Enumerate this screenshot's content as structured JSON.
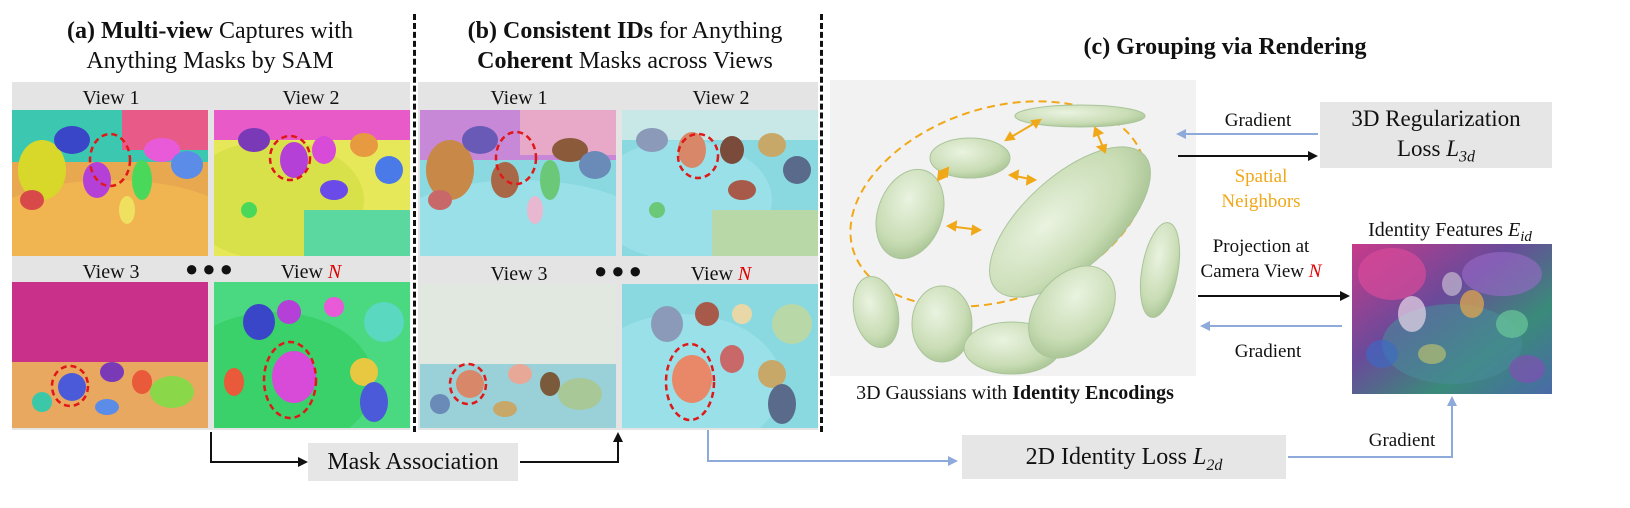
{
  "panel_a": {
    "title_bold": "(a) Multi-view",
    "title_rest": " Captures with",
    "title_line2": "Anything Masks by SAM",
    "views": [
      "View 1",
      "View 2",
      "View 3",
      "View "
    ],
    "view_n": "N"
  },
  "panel_b": {
    "title_prefix": "(b) ",
    "title_bold": "Consistent IDs",
    "title_rest": " for Anything",
    "title_line2_bold": "Coherent",
    "title_line2_rest": " Masks across Views",
    "views": [
      "View 1",
      "View 2",
      "View 3",
      "View "
    ],
    "view_n": "N"
  },
  "panel_c": {
    "title": "(c) Grouping via Rendering",
    "gaussians_caption_plain": "3D Gaussians with ",
    "gaussians_caption_bold": "Identity Encodings",
    "spatial_neighbors": [
      "Spatial",
      "Neighbors"
    ],
    "identity_features": "Identity Features ",
    "identity_symbol": "E",
    "identity_sub": "id"
  },
  "flow": {
    "mask_association": "Mask Association",
    "gradient_top": "Gradient",
    "gradient_mid": "Gradient",
    "gradient_bottom": "Gradient",
    "projection_line1": "Projection at",
    "projection_line2": "Camera View ",
    "projection_n": "N",
    "reg_loss_line1": "3D Regularization",
    "reg_loss_line2": "Loss ",
    "reg_symbol": "L",
    "reg_sub": "3d",
    "id_loss": "2D Identity Loss ",
    "id_symbol": "L",
    "id_sub": "2d"
  },
  "colors": {
    "dashed_red": "#e01818",
    "orange": "#f0a818",
    "blue_arrow": "#8eaadb",
    "gaussian_fill": "#c8dcb4"
  }
}
